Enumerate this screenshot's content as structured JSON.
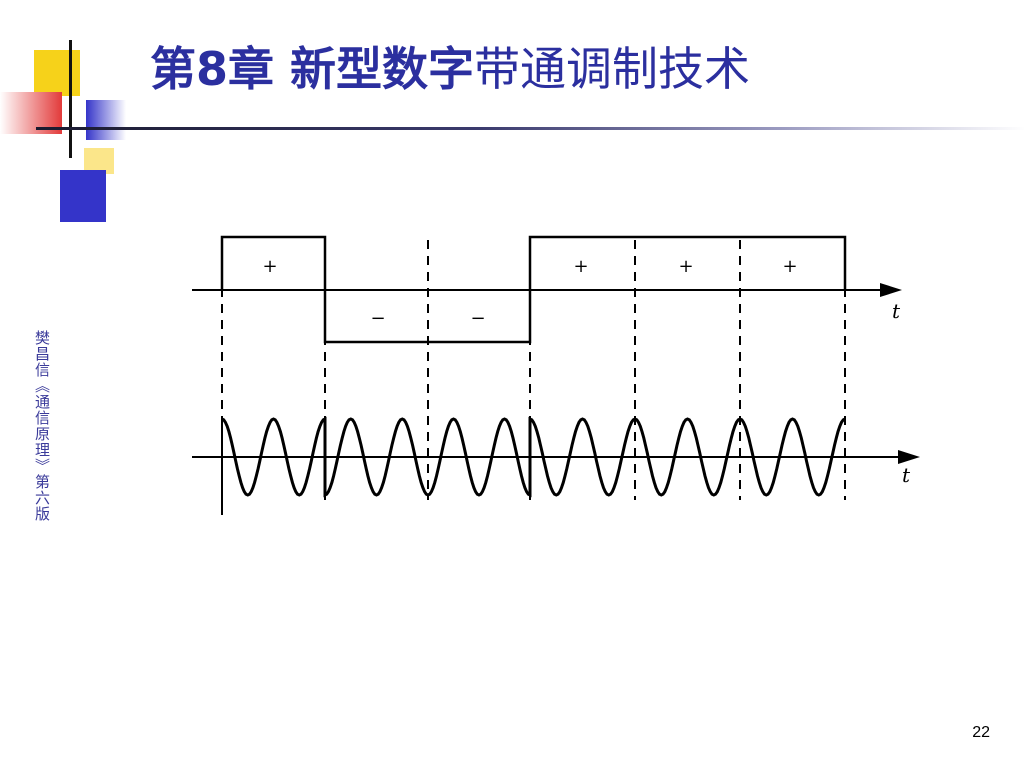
{
  "slide": {
    "title_bold": "第8章 新型数字",
    "title_rest": "带通调制技术",
    "side_note": "樊昌信《通信原理》第六版",
    "page_number": "22"
  },
  "diagram": {
    "axis_label": "t",
    "bit_signs": [
      "+",
      "−",
      "−",
      "+",
      "+",
      "+"
    ],
    "colors": {
      "title": "#2b2f9f",
      "ink": "#000000",
      "deco_yellow": "#f6d21a",
      "deco_blue": "#3434c9",
      "deco_red": "#e23a3a"
    }
  }
}
